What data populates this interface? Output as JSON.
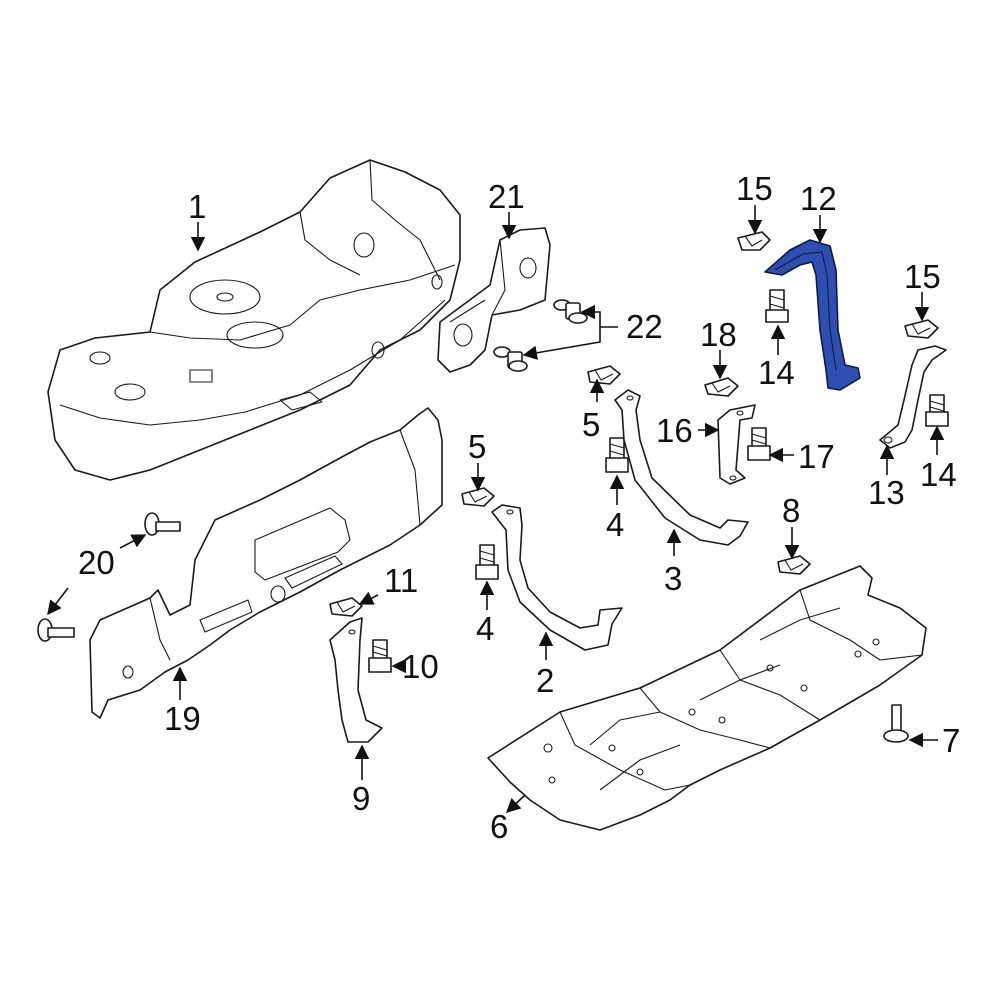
{
  "colors": {
    "highlight_fill": "#2e4fb0",
    "highlight_stroke": "#0d1a4a",
    "line": "#1a1a1a",
    "background": "#ffffff"
  },
  "callouts": {
    "c1": "1",
    "c2": "2",
    "c3": "3",
    "c4a": "4",
    "c4b": "4",
    "c5a": "5",
    "c5b": "5",
    "c6": "6",
    "c7": "7",
    "c8": "8",
    "c9": "9",
    "c10": "10",
    "c11": "11",
    "c12": "12",
    "c13": "13",
    "c14a": "14",
    "c14b": "14",
    "c15a": "15",
    "c15b": "15",
    "c16": "16",
    "c17": "17",
    "c18": "18",
    "c19": "19",
    "c20": "20",
    "c21": "21",
    "c22": "22"
  },
  "highlighted_part": "12"
}
